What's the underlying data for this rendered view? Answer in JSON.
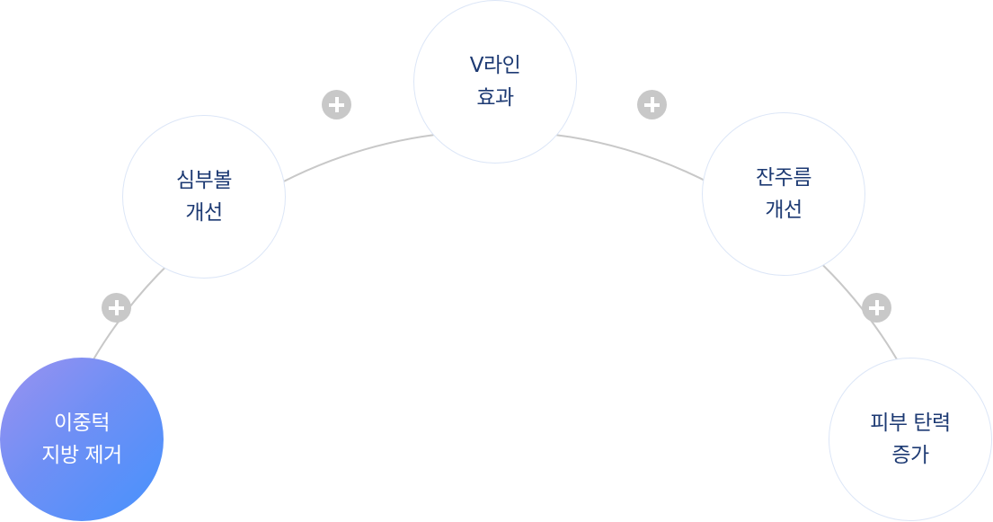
{
  "diagram": {
    "title_nodes": [
      {
        "line1": "이중턱",
        "line2": "지방 제거",
        "active": true
      },
      {
        "line1": "심부볼",
        "line2": "개선",
        "active": false
      },
      {
        "line1": "V라인",
        "line2": "효과",
        "active": false
      },
      {
        "line1": "잔주름",
        "line2": "개선",
        "active": false
      },
      {
        "line1": "피부 탄력",
        "line2": "증가",
        "active": false
      }
    ],
    "connector_icon": "plus-icon",
    "colors": {
      "text": "#1d3a73",
      "arc": "#c8c8c8",
      "plus": "#c8c8c8",
      "active_gradient_start": "#9b92f0",
      "active_gradient_end": "#4692fd"
    }
  }
}
